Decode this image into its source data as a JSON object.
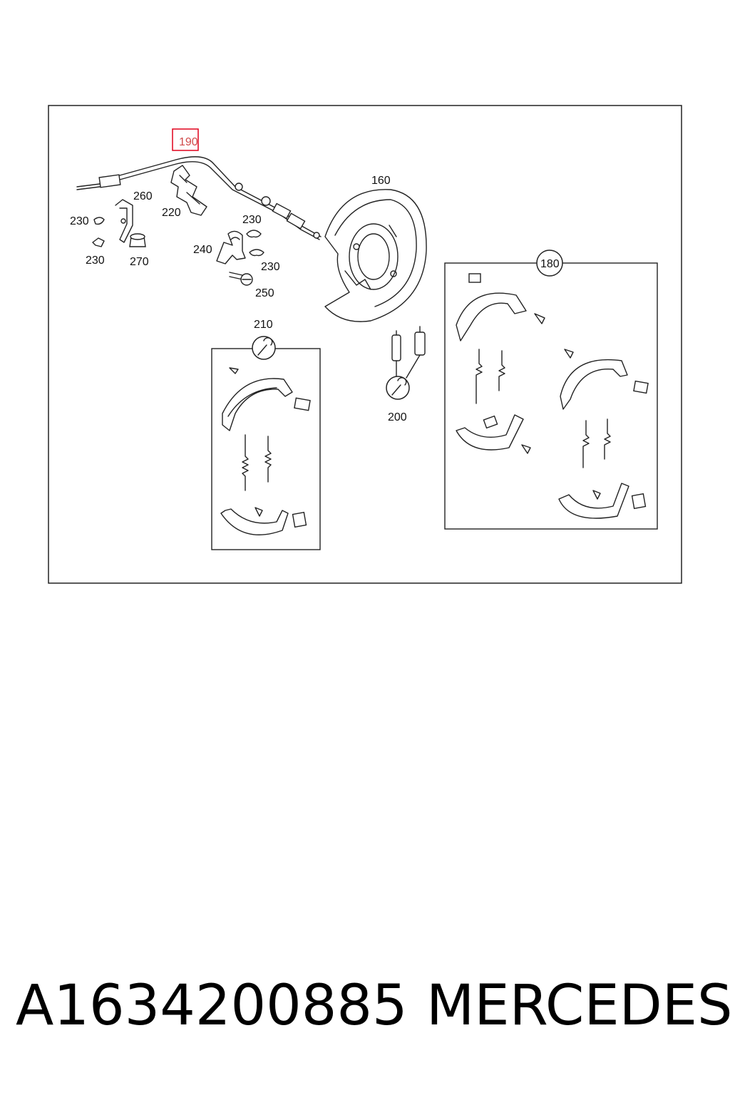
{
  "diagram": {
    "callouts": {
      "c190": "190",
      "c160": "160",
      "c260": "260",
      "c220": "220",
      "c230a": "230",
      "c230b": "230",
      "c230c": "230",
      "c230d": "230",
      "c270": "270",
      "c240": "240",
      "c250": "250",
      "c210": "210",
      "c200": "200",
      "c180": "180"
    },
    "highlight_color": "#e0001b"
  },
  "footer": {
    "part_number": "A1634200885",
    "brand": "MERCEDES"
  }
}
